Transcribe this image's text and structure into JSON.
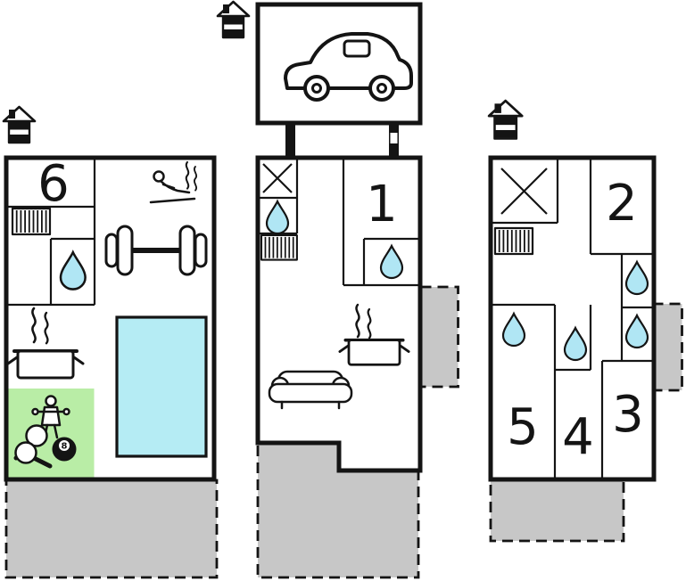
{
  "colors": {
    "wall": "#141414",
    "pool": "#b5ecf4",
    "water": "#b0e6f4",
    "games": "#b9eda6",
    "terrace": "#c7c7c7"
  },
  "rooms": {
    "r1": "1",
    "r2": "2",
    "r3": "3",
    "r4": "4",
    "r5": "5",
    "r6": "6"
  },
  "eight_ball_label": "8",
  "legend": {
    "icons": [
      "chimney-house-icon",
      "car-icon",
      "window-x-icon",
      "water-drop-icon",
      "radiator-icon",
      "sauna-icon",
      "dumbbell-icon",
      "stove-pot-icon",
      "sofa-icon",
      "swimming-pool",
      "foosball-player-icon",
      "table-tennis-icon",
      "eight-ball-icon"
    ]
  }
}
